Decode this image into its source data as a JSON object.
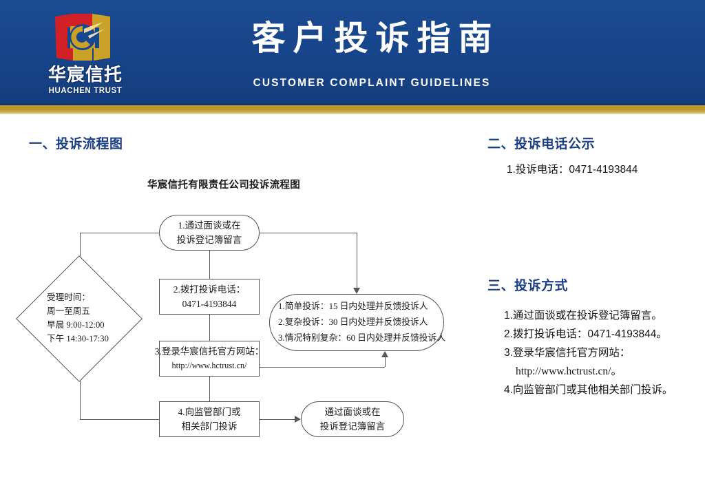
{
  "header": {
    "title_zh": "客户投诉指南",
    "title_en": "CUSTOMER COMPLAINT GUIDELINES",
    "logo": {
      "wordmark_zh": "华宸信托",
      "wordmark_en": "HUACHEN TRUST",
      "colors": {
        "red": "#d32027",
        "gold": "#c9a227",
        "blue": "#17478f"
      }
    },
    "colors": {
      "background": "#17478f",
      "gold_bar": "#c9a226",
      "text": "#ffffff"
    }
  },
  "sections": {
    "one": {
      "heading": "一、投诉流程图"
    },
    "two": {
      "heading": "二、投诉电话公示",
      "items": [
        "1.投诉电话：0471-4193844"
      ]
    },
    "three": {
      "heading": "三、投诉方式",
      "items": [
        "1.通过面谈或在投诉登记簿留言。",
        "2.拨打投诉电话：0471-4193844。",
        "3.登录华宸信托官方网站："
      ],
      "item3_url": "http://www.hctrust.cn/。",
      "item4": "4.向监管部门或其他相关部门投诉。"
    }
  },
  "flowchart": {
    "title": "华宸信托有限责任公司投诉流程图",
    "nodes": {
      "n1": {
        "line1": "1.通过面谈或在",
        "line2": "投诉登记簿留言",
        "shape": "stadium"
      },
      "n2": {
        "line1": "2.拨打投诉电话：",
        "line2": "0471-4193844",
        "shape": "rect"
      },
      "n3": {
        "line1": "3.登录华宸信托官方网站：",
        "line2": "http://www.hctrust.cn/",
        "shape": "rect"
      },
      "n4": {
        "line1": "4.向监管部门或",
        "line2": "相关部门投诉",
        "shape": "rect"
      },
      "n5": {
        "line1": "1.简单投诉：15 日内处理并反馈投诉人",
        "line2": "2.复杂投诉：30 日内处理并反馈投诉人",
        "line3": "3.情况特别复杂：60 日内处理并反馈投诉人",
        "shape": "stadium"
      },
      "n6": {
        "line1": "通过面谈或在",
        "line2": "投诉登记簿留言",
        "shape": "stadium"
      },
      "diamond": {
        "line1": "受理时间：",
        "line2": "周一至周五",
        "line3": "早晨 9:00-12:00",
        "line4": "下午 14:30-17:30",
        "shape": "diamond"
      }
    },
    "line_color": "#5a5654"
  }
}
